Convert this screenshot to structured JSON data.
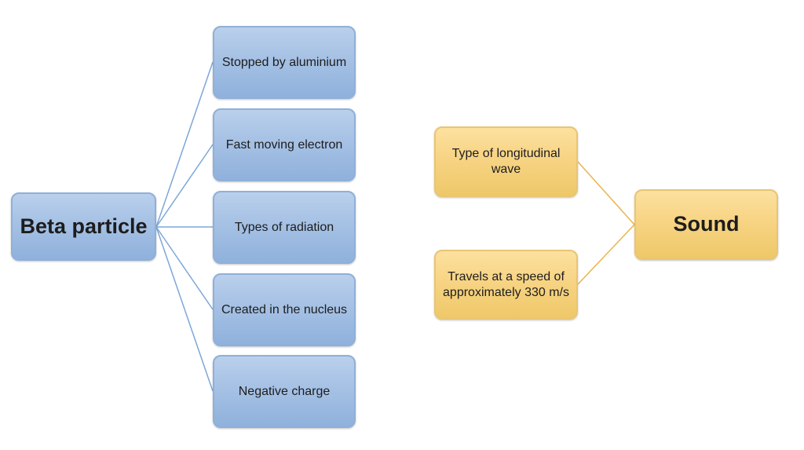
{
  "left_map": {
    "root_label": "Beta particle",
    "children": [
      {
        "label": "Stopped by aluminium"
      },
      {
        "label": "Fast moving electron"
      },
      {
        "label": "Types of radiation"
      },
      {
        "label": "Created in the nucleus"
      },
      {
        "label": "Negative charge"
      }
    ],
    "colors": {
      "fill_top": "#bad0ec",
      "fill_bottom": "#8fb1dc",
      "border": "#8fb0d8",
      "line": "#7da7d9",
      "text": "#1d1d1d"
    }
  },
  "right_map": {
    "root_label": "Sound",
    "children": [
      {
        "label": "Type of longitudinal wave"
      },
      {
        "label": "Travels at a speed of approximately 330 m/s"
      }
    ],
    "colors": {
      "fill_top": "#fce19f",
      "fill_bottom": "#eec868",
      "border": "#e9c573",
      "line": "#e8b54d",
      "text": "#1d1d1d"
    }
  }
}
